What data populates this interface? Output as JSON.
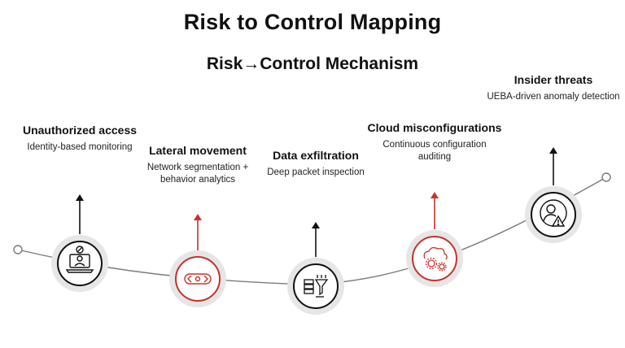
{
  "title": "Risk to Control Mapping",
  "subtitle": "Risk→Control Mechanism",
  "colors": {
    "dark": "#111111",
    "accent": "#c8322b",
    "line": "#7a7a7a",
    "halo": "#e6e6e6"
  },
  "steps": [
    {
      "name": "Unauthorized access",
      "control": "Identity-based monitoring",
      "icon": "laptop-user-icon",
      "accent": false
    },
    {
      "name": "Lateral movement",
      "control": "Network segmentation + behavior analytics",
      "icon": "network-arrows-icon",
      "accent": true
    },
    {
      "name": "Data exfiltration",
      "control": "Deep packet inspection",
      "icon": "server-funnel-icon",
      "accent": false
    },
    {
      "name": "Cloud misconfigurations",
      "control": "Continuous configuration auditing",
      "icon": "cloud-gears-icon",
      "accent": true
    },
    {
      "name": "Insider threats",
      "control": "UEBA-driven anomaly detection",
      "icon": "user-alert-icon",
      "accent": false
    }
  ]
}
